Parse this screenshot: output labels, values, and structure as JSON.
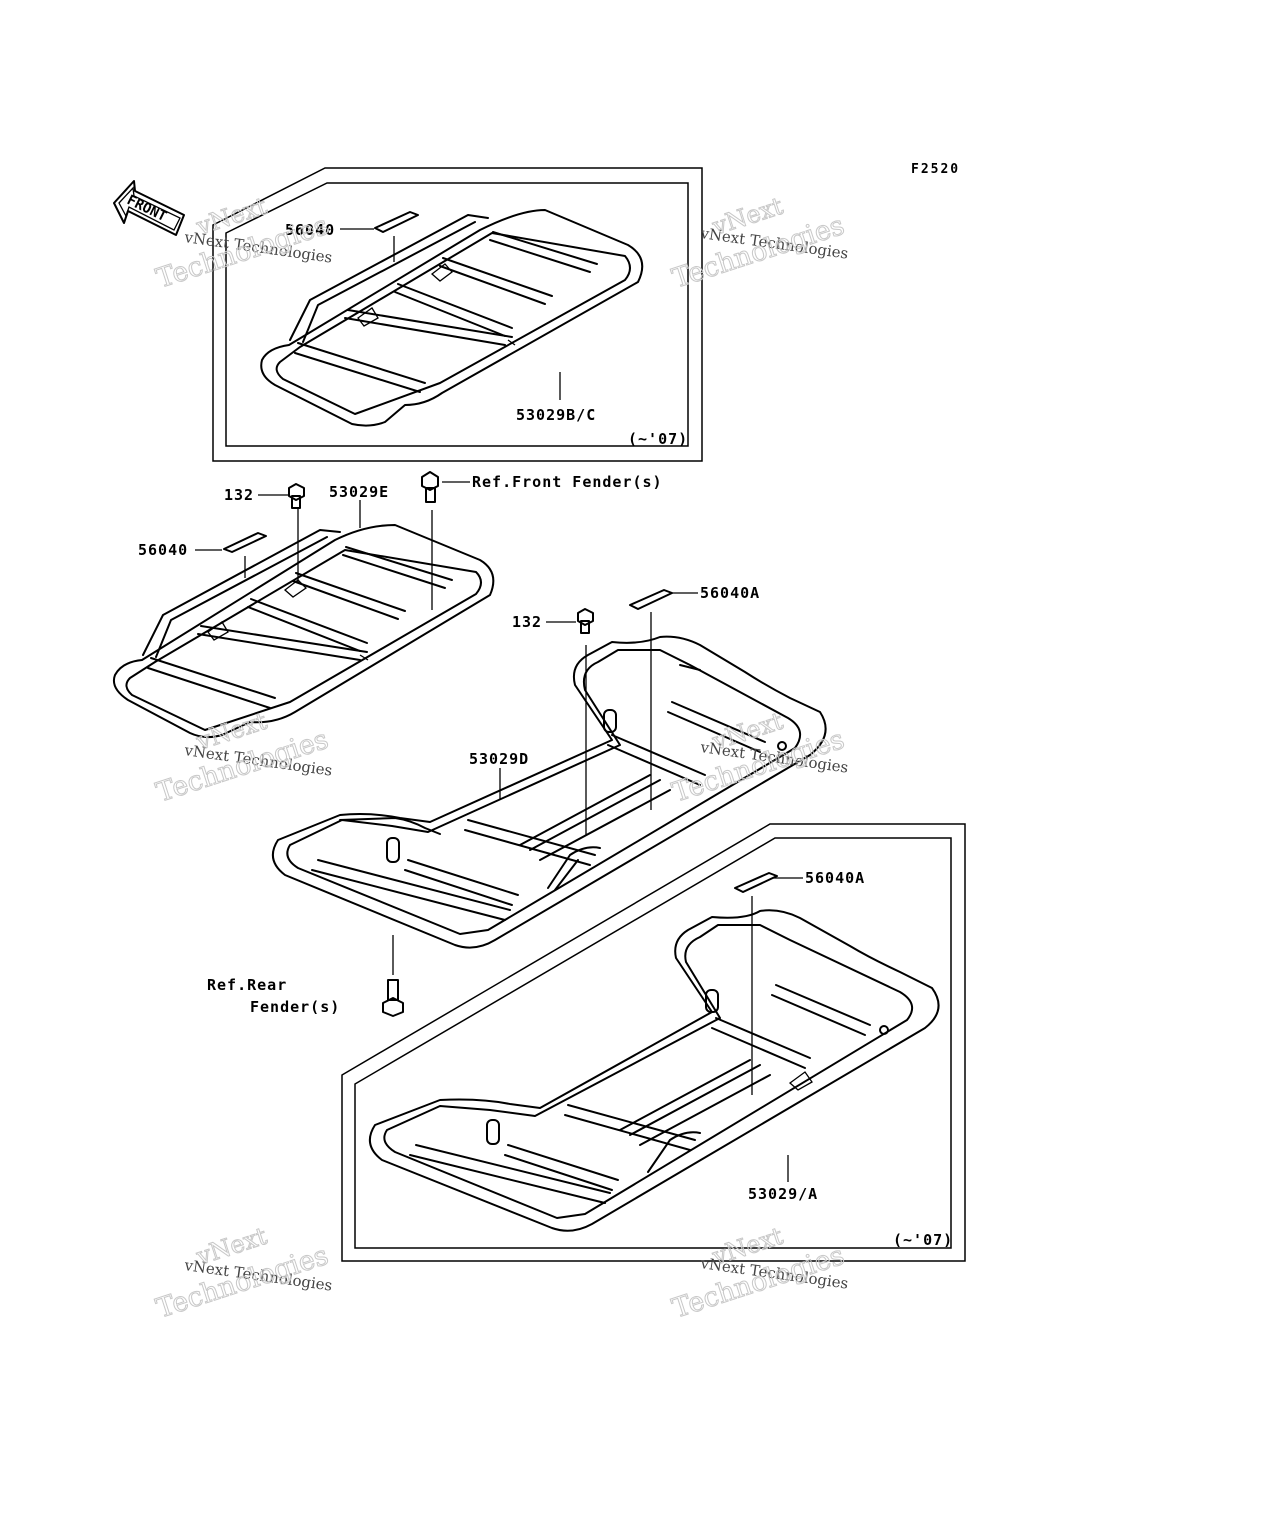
{
  "figure_code": "F2520",
  "front_arrow": {
    "label": "FRONT",
    "icon": "front-direction-arrow-icon"
  },
  "watermark": {
    "line1": "vNext Technologies",
    "line2": "vNext",
    "line3": "Technologies"
  },
  "callouts": {
    "top_sticker": "56040",
    "top_rack": "53029B/C",
    "top_note": "(~'07)",
    "mid_bolt": "132",
    "mid_rack": "53029E",
    "mid_ref": "Ref.Front Fender(s)",
    "mid_sticker": "56040",
    "rear_sticker": "56040A",
    "rear_bolt": "132",
    "rear_rack": "53029D",
    "rear_ref_line1": "Ref.Rear",
    "rear_ref_line2": "Fender(s)",
    "bottom_sticker": "56040A",
    "bottom_rack": "53029/A",
    "bottom_note": "(~'07)"
  }
}
